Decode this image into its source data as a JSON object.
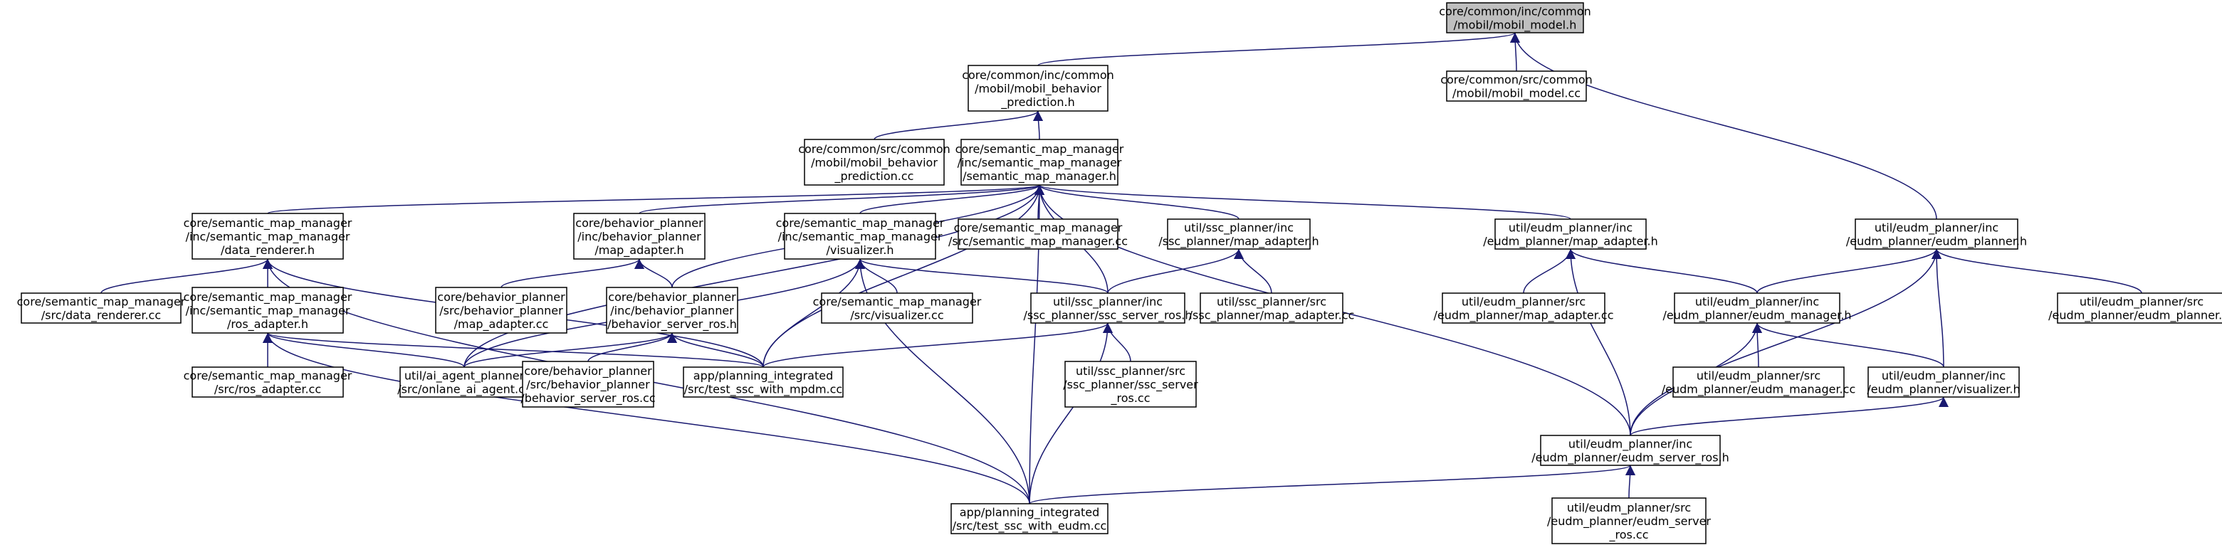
{
  "graph": {
    "colors": {
      "edge": "#191970",
      "root_fill": "#bfbfbf",
      "node_fill": "#ffffff",
      "border": "#000000"
    },
    "nodes": [
      {
        "id": "root",
        "root": true,
        "lines": [
          "core/common/inc/common",
          "/mobil/mobil_model.h"
        ]
      },
      {
        "id": "mbp",
        "lines": [
          "core/common/inc/common",
          "/mobil/mobil_behavior",
          "_prediction.h"
        ]
      },
      {
        "id": "mmcc",
        "lines": [
          "core/common/src/common",
          "/mobil/mobil_model.cc"
        ]
      },
      {
        "id": "mbpcc",
        "lines": [
          "core/common/src/common",
          "/mobil/mobil_behavior",
          "_prediction.cc"
        ]
      },
      {
        "id": "smm",
        "lines": [
          "core/semantic_map_manager",
          "/inc/semantic_map_manager",
          "/semantic_map_manager.h"
        ]
      },
      {
        "id": "eudmp",
        "lines": [
          "util/eudm_planner/inc",
          "/eudm_planner/eudm_planner.h"
        ]
      },
      {
        "id": "dr",
        "lines": [
          "core/semantic_map_manager",
          "/inc/semantic_map_manager",
          "/data_renderer.h"
        ]
      },
      {
        "id": "bpma",
        "lines": [
          "core/behavior_planner",
          "/inc/behavior_planner",
          "/map_adapter.h"
        ]
      },
      {
        "id": "vis",
        "lines": [
          "core/semantic_map_manager",
          "/inc/semantic_map_manager",
          "/visualizer.h"
        ]
      },
      {
        "id": "smmcc",
        "lines": [
          "core/semantic_map_manager",
          "/src/semantic_map_manager.cc"
        ]
      },
      {
        "id": "sscma",
        "lines": [
          "util/ssc_planner/inc",
          "/ssc_planner/map_adapter.h"
        ]
      },
      {
        "id": "eudmma",
        "lines": [
          "util/eudm_planner/inc",
          "/eudm_planner/map_adapter.h"
        ]
      },
      {
        "id": "eudmpcc",
        "lines": [
          "util/eudm_planner/src",
          "/eudm_planner/eudm_planner.cc"
        ]
      },
      {
        "id": "drcc",
        "lines": [
          "core/semantic_map_manager",
          "/src/data_renderer.cc"
        ]
      },
      {
        "id": "ra",
        "lines": [
          "core/semantic_map_manager",
          "/inc/semantic_map_manager",
          "/ros_adapter.h"
        ]
      },
      {
        "id": "bpmacc",
        "lines": [
          "core/behavior_planner",
          "/src/behavior_planner",
          "/map_adapter.cc"
        ]
      },
      {
        "id": "bpsr",
        "lines": [
          "core/behavior_planner",
          "/inc/behavior_planner",
          "/behavior_server_ros.h"
        ]
      },
      {
        "id": "viscc",
        "lines": [
          "core/semantic_map_manager",
          "/src/visualizer.cc"
        ]
      },
      {
        "id": "sscsr",
        "lines": [
          "util/ssc_planner/inc",
          "/ssc_planner/ssc_server_ros.h"
        ]
      },
      {
        "id": "sscmacc",
        "lines": [
          "util/ssc_planner/src",
          "/ssc_planner/map_adapter.cc"
        ]
      },
      {
        "id": "eudmmacc",
        "lines": [
          "util/eudm_planner/src",
          "/eudm_planner/map_adapter.cc"
        ]
      },
      {
        "id": "eudmm",
        "lines": [
          "util/eudm_planner/inc",
          "/eudm_planner/eudm_manager.h"
        ]
      },
      {
        "id": "racc",
        "lines": [
          "core/semantic_map_manager",
          "/src/ros_adapter.cc"
        ]
      },
      {
        "id": "ai",
        "lines": [
          "util/ai_agent_planner",
          "/src/onlane_ai_agent.cc"
        ]
      },
      {
        "id": "bpsrcc",
        "lines": [
          "core/behavior_planner",
          "/src/behavior_planner",
          "/behavior_server_ros.cc"
        ]
      },
      {
        "id": "mpdm",
        "lines": [
          "app/planning_integrated",
          "/src/test_ssc_with_mpdm.cc"
        ]
      },
      {
        "id": "sscsrcc",
        "lines": [
          "util/ssc_planner/src",
          "/ssc_planner/ssc_server",
          "_ros.cc"
        ]
      },
      {
        "id": "eudmmcc",
        "lines": [
          "util/eudm_planner/src",
          "/eudm_planner/eudm_manager.cc"
        ]
      },
      {
        "id": "eudmvis",
        "lines": [
          "util/eudm_planner/inc",
          "/eudm_planner/visualizer.h"
        ]
      },
      {
        "id": "eudmsr",
        "lines": [
          "util/eudm_planner/inc",
          "/eudm_planner/eudm_server_ros.h"
        ]
      },
      {
        "id": "eudm",
        "lines": [
          "app/planning_integrated",
          "/src/test_ssc_with_eudm.cc"
        ]
      },
      {
        "id": "eudmsrcc",
        "lines": [
          "util/eudm_planner/src",
          "/eudm_planner/eudm_server",
          "_ros.cc"
        ]
      }
    ],
    "edges": [
      [
        "mbp",
        "root"
      ],
      [
        "mmcc",
        "root"
      ],
      [
        "eudmp",
        "root"
      ],
      [
        "mbpcc",
        "mbp"
      ],
      [
        "smm",
        "mbp"
      ],
      [
        "dr",
        "smm"
      ],
      [
        "bpma",
        "smm"
      ],
      [
        "vis",
        "smm"
      ],
      [
        "smmcc",
        "smm"
      ],
      [
        "sscma",
        "smm"
      ],
      [
        "eudmma",
        "smm"
      ],
      [
        "ai",
        "smm"
      ],
      [
        "bpsr",
        "smm"
      ],
      [
        "mpdm",
        "smm"
      ],
      [
        "sscsr",
        "smm"
      ],
      [
        "eudm",
        "smm"
      ],
      [
        "eudmsr",
        "smm"
      ],
      [
        "drcc",
        "dr"
      ],
      [
        "ra",
        "dr"
      ],
      [
        "mpdm",
        "dr"
      ],
      [
        "eudm",
        "dr"
      ],
      [
        "bpmacc",
        "bpma"
      ],
      [
        "bpsr",
        "bpma"
      ],
      [
        "viscc",
        "vis"
      ],
      [
        "sscsr",
        "vis"
      ],
      [
        "ai",
        "vis"
      ],
      [
        "mpdm",
        "vis"
      ],
      [
        "eudm",
        "vis"
      ],
      [
        "sscsr",
        "sscma"
      ],
      [
        "sscmacc",
        "sscma"
      ],
      [
        "eudmmacc",
        "eudmma"
      ],
      [
        "eudmm",
        "eudmma"
      ],
      [
        "eudmsr",
        "eudmma"
      ],
      [
        "eudmm",
        "eudmp"
      ],
      [
        "eudmvis",
        "eudmp"
      ],
      [
        "eudmpcc",
        "eudmp"
      ],
      [
        "eudmsr",
        "eudmp"
      ],
      [
        "racc",
        "ra"
      ],
      [
        "ai",
        "ra"
      ],
      [
        "mpdm",
        "ra"
      ],
      [
        "eudm",
        "ra"
      ],
      [
        "ai",
        "bpsr"
      ],
      [
        "bpsrcc",
        "bpsr"
      ],
      [
        "mpdm",
        "bpsr"
      ],
      [
        "mpdm",
        "sscsr"
      ],
      [
        "sscsrcc",
        "sscsr"
      ],
      [
        "eudm",
        "sscsr"
      ],
      [
        "eudmmcc",
        "eudmm"
      ],
      [
        "eudmvis",
        "eudmm"
      ],
      [
        "eudmsr",
        "eudmm"
      ],
      [
        "eudmsr",
        "eudmvis"
      ],
      [
        "eudm",
        "eudmsr"
      ],
      [
        "eudmsrcc",
        "eudmsr"
      ]
    ]
  }
}
